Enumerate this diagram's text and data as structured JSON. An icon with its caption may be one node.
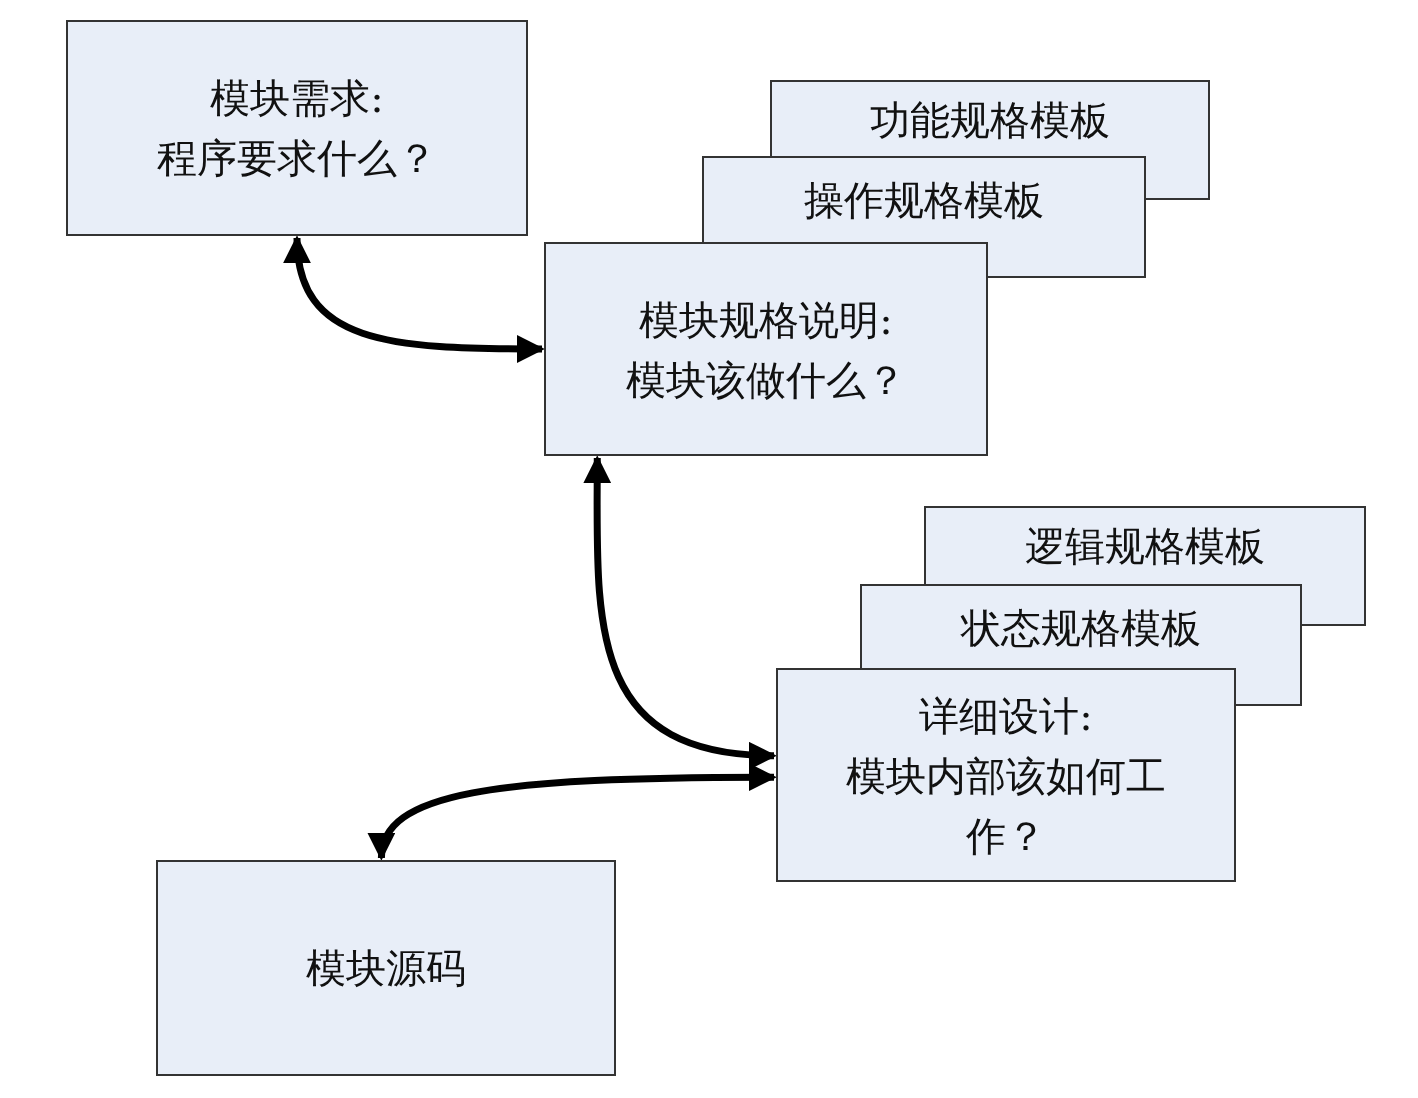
{
  "diagram": {
    "nodes": [
      {
        "text": [
          "模块需求:程序要求什么？"
        ]
      },
      {
        "text": [
          "功能规格模板"
        ]
      },
      {
        "text": [
          "操作规格模板"
        ]
      },
      {
        "text": [
          "模块规格说明:模块该做什么？"
        ]
      },
      {
        "text": [
          "逻辑规格模板"
        ]
      },
      {
        "text": [
          "状态规格模板"
        ]
      },
      {
        "text": [
          "详细设计:模块内部该如何工作？"
        ]
      },
      {
        "text": [
          "模块源码"
        ]
      }
    ],
    "edges": [
      {
        "from": 0,
        "to": 3,
        "arrow": "both"
      },
      {
        "from": 3,
        "to": 6,
        "arrow": "both"
      },
      {
        "from": 6,
        "to": 7,
        "arrow": "both"
      }
    ]
  }
}
